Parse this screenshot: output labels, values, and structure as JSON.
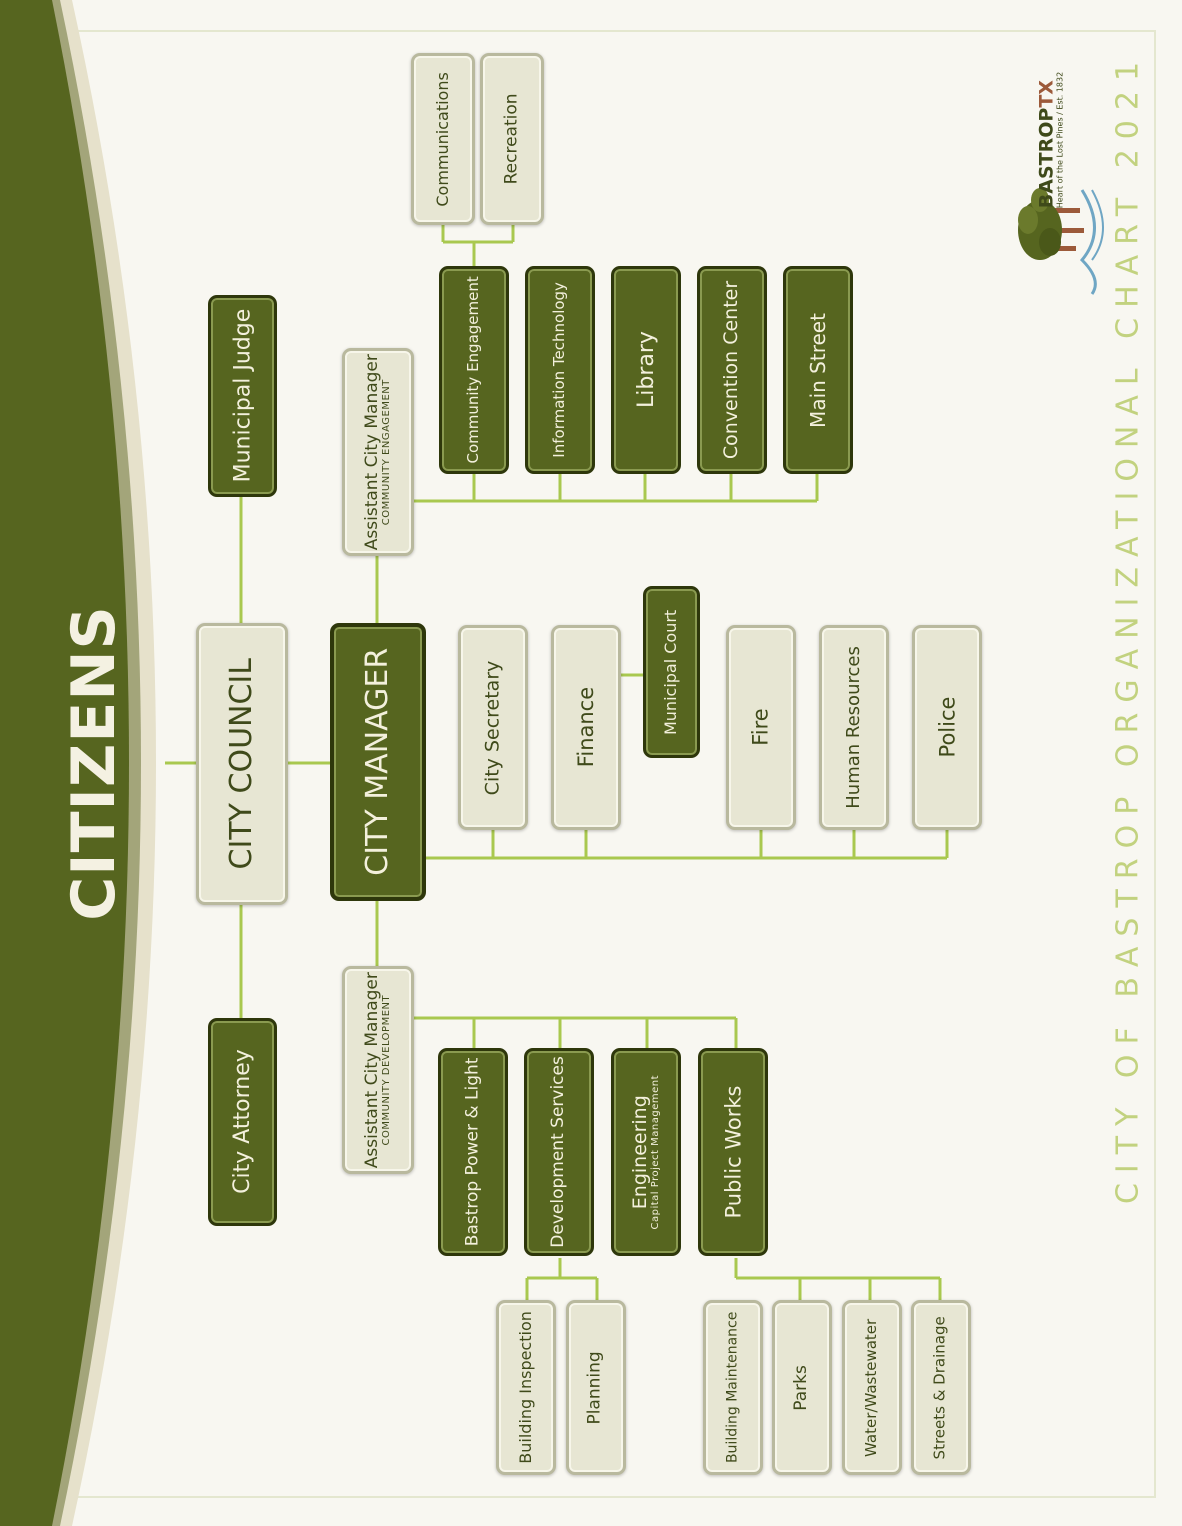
{
  "header": {
    "citizens_label": "CITIZENS"
  },
  "chart_title": "CITY OF BASTROP ORGANIZATIONAL CHART 2021",
  "logo": {
    "name_part1": "BASTROP",
    "name_part2": "TX",
    "tagline": "Heart of the Lost Pines / Est. 1832",
    "icon": "pine-tree-river-icon"
  },
  "colors": {
    "dark_green": "#56651f",
    "light_box": "#e7e6d3",
    "connector": "#a9c84f",
    "title": "#c2d27f"
  },
  "nodes": {
    "city_council": "CITY COUNCIL",
    "city_manager": "CITY MANAGER",
    "city_attorney": "City Attorney",
    "municipal_judge": "Municipal Judge",
    "acm_development": {
      "title": "Assistant City Manager",
      "sub": "COMMUNITY DEVELOPMENT"
    },
    "acm_engagement": {
      "title": "Assistant City Manager",
      "sub": "COMMUNITY ENGAGEMENT"
    },
    "bastrop_power_light": "Bastrop Power & Light",
    "development_services": "Development Services",
    "engineering": {
      "title": "Engineering",
      "sub": "Capital Project Management"
    },
    "public_works": "Public Works",
    "building_inspection": "Building Inspection",
    "planning": "Planning",
    "building_maintenance": "Building Maintenance",
    "parks": "Parks",
    "water_wastewater": "Water/Wastewater",
    "streets_drainage": "Streets & Drainage",
    "city_secretary": "City Secretary",
    "finance": "Finance",
    "municipal_court": "Municipal Court",
    "fire": "Fire",
    "human_resources": "Human Resources",
    "police": "Police",
    "community_engagement": "Community Engagement",
    "information_technology": "Information Technology",
    "library": "Library",
    "convention_center": "Convention Center",
    "main_street": "Main Street",
    "communications": "Communications",
    "recreation": "Recreation"
  }
}
